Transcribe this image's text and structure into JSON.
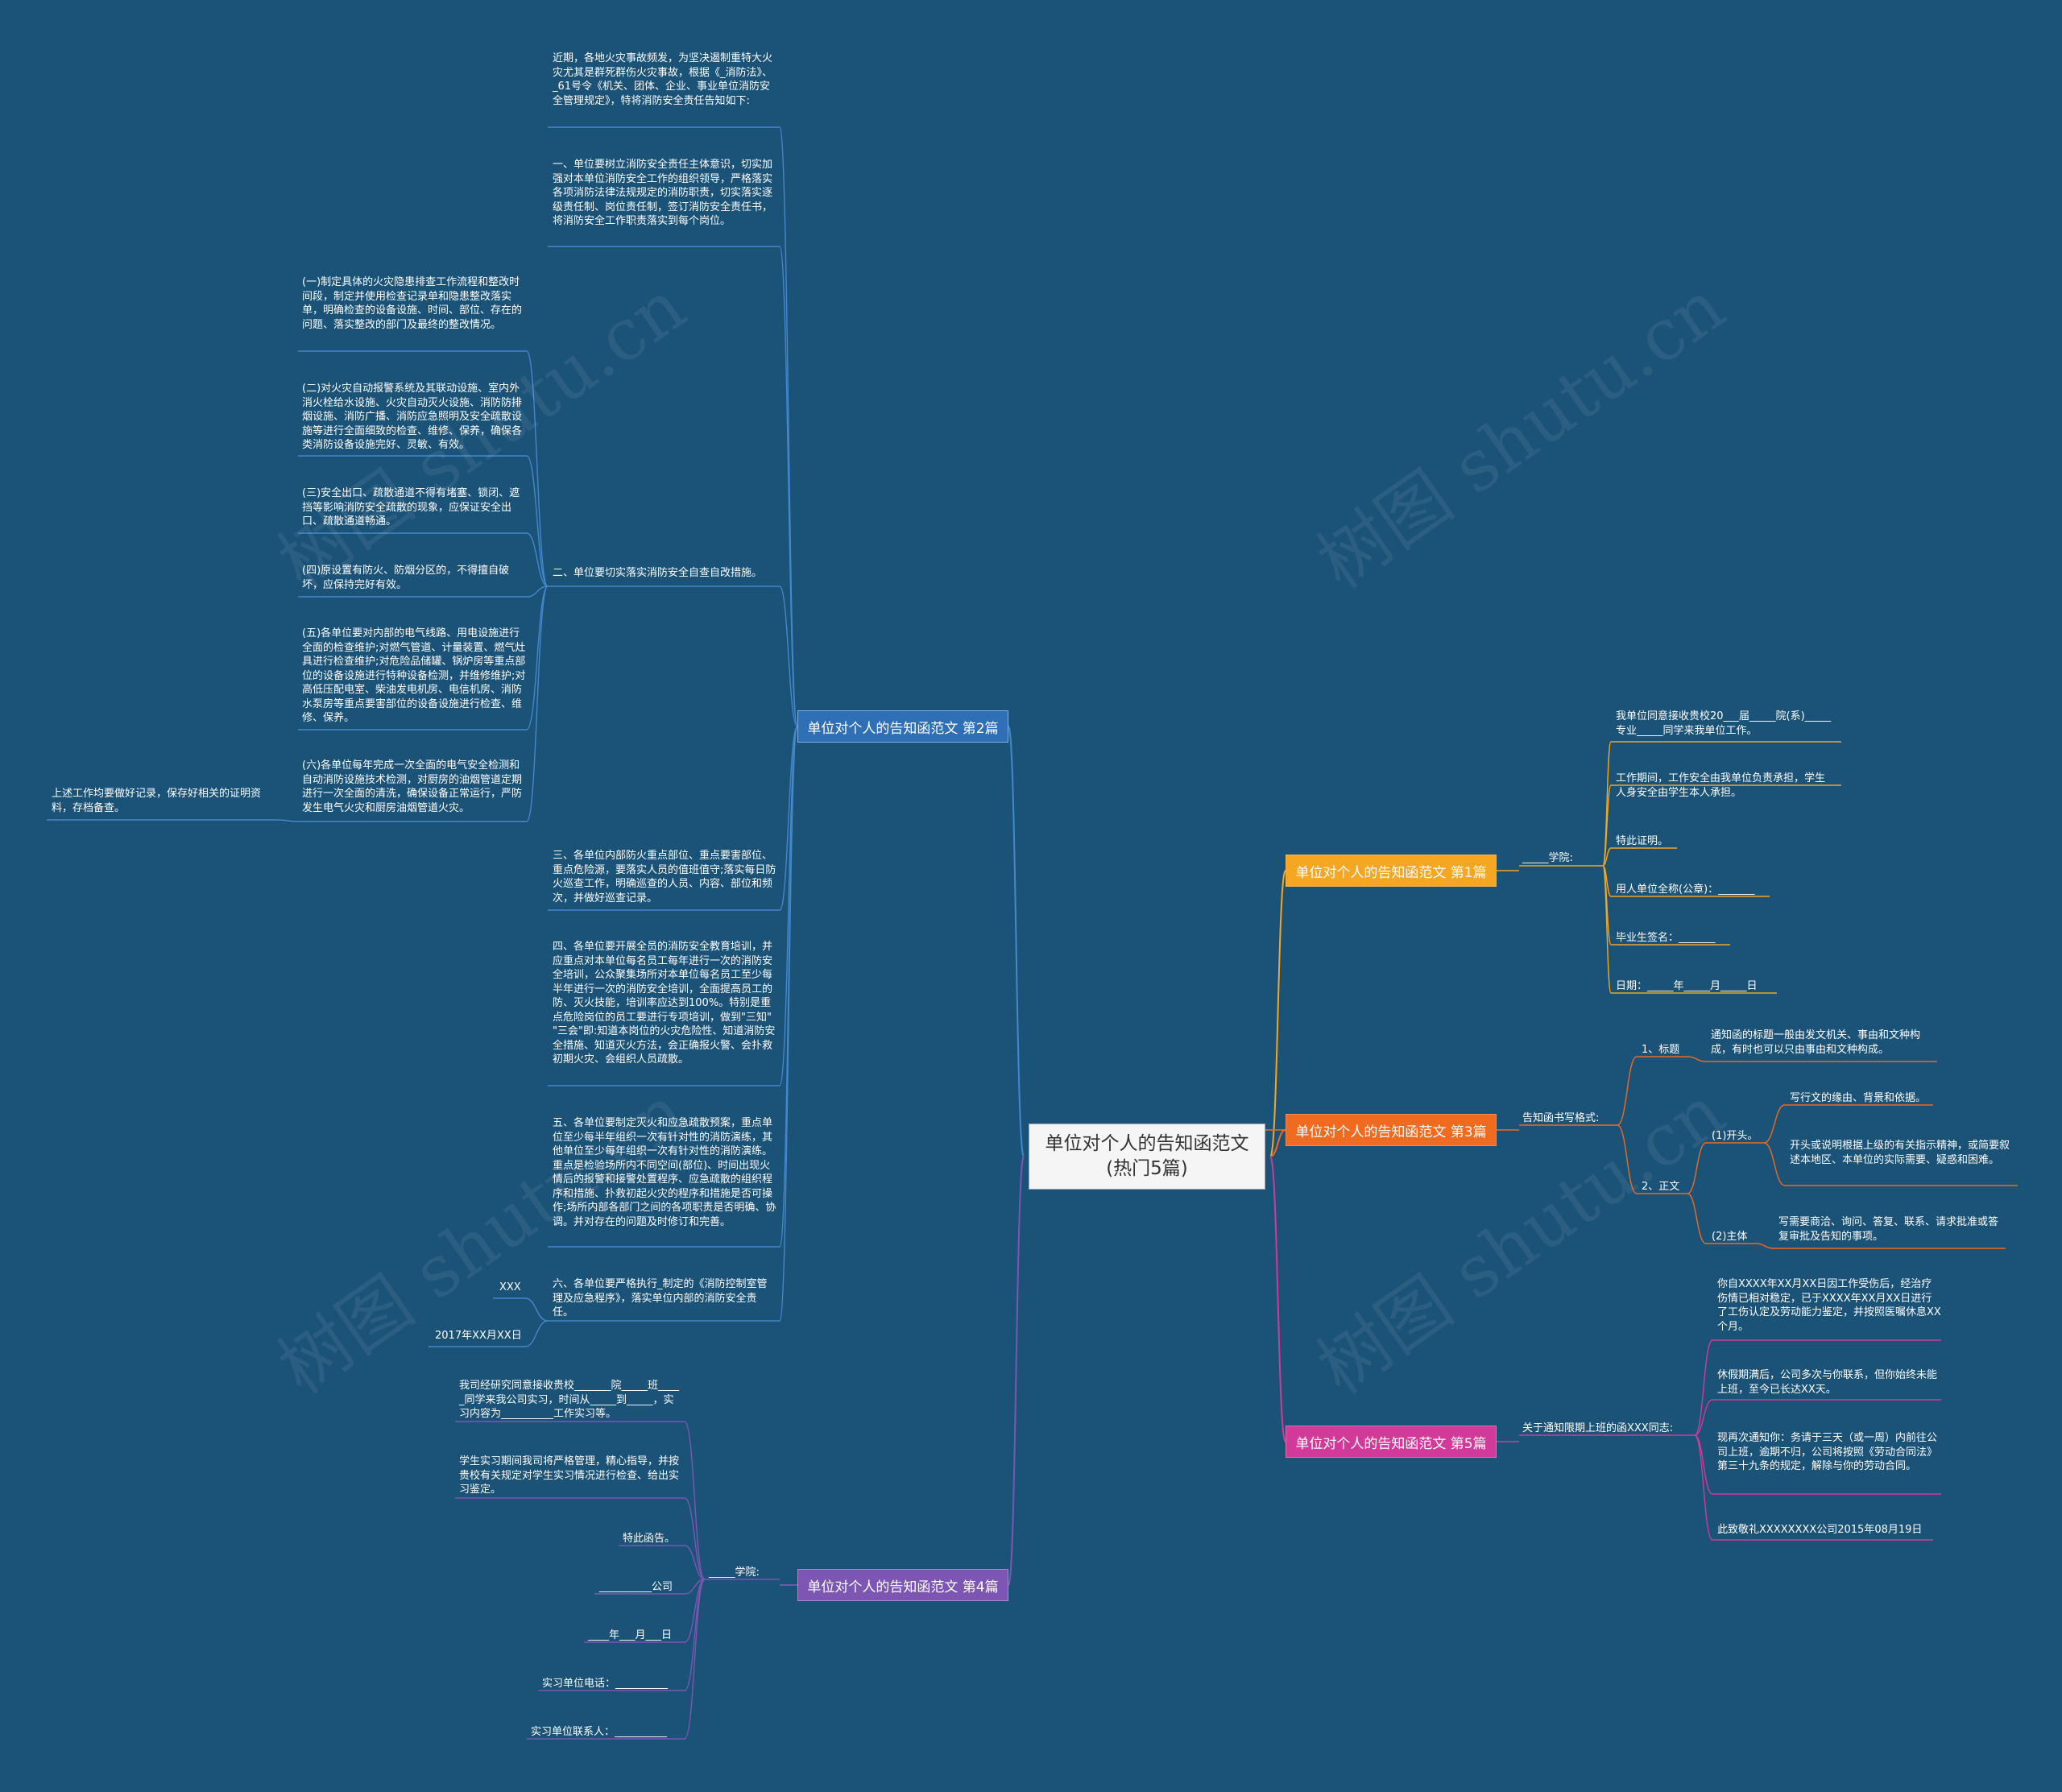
{
  "root": "单位对个人的告知函范文(热门5篇)",
  "watermark": "树图 shutu.cn",
  "colors": {
    "background": "#1b5278",
    "p1": "#f5a623",
    "p2": "#4488cc",
    "p3": "#f06a1f",
    "p4": "#7c56b2",
    "p5": "#d23a99"
  },
  "p1": {
    "title": "单位对个人的告知函范文 第1篇",
    "sub": "_____学院:",
    "items": [
      "我单位同意接收贵校20___届_____院(系)_____专业_____同学来我单位工作。",
      "工作期间，工作安全由我单位负责承担，学生人身安全由学生本人承担。",
      "特此证明。",
      "用人单位全称(公章)：_______",
      "毕业生签名：_______",
      "日期：_____年_____月_____日"
    ]
  },
  "p2": {
    "title": "单位对个人的告知函范文 第2篇",
    "items": [
      "近期，各地火灾事故频发，为坚决遏制重特大火灾尤其是群死群伤火灾事故，根据《_消防法》、_61号令《机关、团体、企业、事业单位消防安全管理规定》，特将消防安全责任告知如下:",
      "一、单位要树立消防安全责任主体意识，切实加强对本单位消防安全工作的组织领导，严格落实各项消防法律法规规定的消防职责，切实落实逐级责任制、岗位责任制，签订消防安全责任书，将消防安全工作职责落实到每个岗位。",
      "二、单位要切实落实消防安全自查自改措施。",
      "三、各单位内部防火重点部位、重点要害部位、重点危险源，要落实人员的值班值守;落实每日防火巡查工作，明确巡查的人员、内容、部位和频次，并做好巡查记录。",
      "四、各单位要开展全员的消防安全教育培训，并应重点对本单位每名员工每年进行一次的消防安全培训，公众聚集场所对本单位每名员工至少每半年进行一次的消防安全培训，全面提高员工的防、灭火技能，培训率应达到100%。特别是重点危险岗位的员工要进行专项培训，做到\"三知\" \"三会\"即:知道本岗位的火灾危险性、知道消防安全措施、知道灭火方法，会正确报火警、会扑救初期火灾、会组织人员疏散。",
      "五、各单位要制定灭火和应急疏散预案，重点单位至少每半年组织一次有针对性的消防演练，其他单位至少每年组织一次有针对性的消防演练。重点是检验场所内不同空间(部位)、时间出现火情后的报警和接警处置程序、应急疏散的组织程序和措施、扑救初起火灾的程序和措施是否可操作;场所内部各部门之间的各项职责是否明确、协调。并对存在的问题及时修订和完善。",
      "六、各单位要严格执行_制定的《消防控制室管理及应急程序》，落实单位内部的消防安全责任。"
    ],
    "subitems": [
      "(一)制定具体的火灾隐患排查工作流程和整改时间段，制定并使用检查记录单和隐患整改落实单，明确检查的设备设施、时间、部位、存在的问题、落实整改的部门及最终的整改情况。",
      "(二)对火灾自动报警系统及其联动设施、室内外消火栓给水设施、火灾自动灭火设施、消防防排烟设施、消防广播、消防应急照明及安全疏散设施等进行全面细致的检查、维修、保养，确保各类消防设备设施完好、灵敏、有效。",
      "(三)安全出口、疏散通道不得有堵塞、锁闭、遮挡等影响消防安全疏散的现象，应保证安全出口、疏散通道畅通。",
      "(四)原设置有防火、防烟分区的，不得擅自破坏，应保持完好有效。",
      "(五)各单位要对内部的电气线路、用电设施进行全面的检查维护;对燃气管道、计量装置、燃气灶具进行检查维护;对危险品储罐、锅炉房等重点部位的设备设施进行特种设备检测，并维修维护;对高低压配电室、柴油发电机房、电信机房、消防水泵房等重点要害部位的设备设施进行检查、维修、保养。",
      "(六)各单位每年完成一次全面的电气安全检测和自动消防设施技术检测，对厨房的油烟管道定期进行一次全面的清洗，确保设备正常运行，严防发生电气火灾和厨房油烟管道火灾。"
    ],
    "note": "上述工作均要做好记录，保存好相关的证明资料，存档备查。",
    "sign_name": "XXX",
    "sign_date": "2017年XX月XX日"
  },
  "p3": {
    "title": "单位对个人的告知函范文 第3篇",
    "sub": "告知函书写格式:",
    "t1": "1、标题",
    "t1_text": "通知函的标题一般由发文机关、事由和文种构成，有时也可以只由事由和文种构成。",
    "t2": "2、正文",
    "open": "(1)开头。",
    "open1": "写行文的缘由、背景和依据。",
    "open2": "开头或说明根据上级的有关指示精神，或简要叙述本地区、本单位的实际需要、疑惑和困难。",
    "body": "(2)主体",
    "body_text": "写需要商洽、询问、答复、联系、请求批准或答复审批及告知的事项。"
  },
  "p4": {
    "title": "单位对个人的告知函范文 第4篇",
    "sub": "_____学院:",
    "items": [
      "我司经研究同意接收贵校_______院_____班_____同学来我公司实习，时间从_____到_____，实习内容为__________工作实习等。",
      "学生实习期间我司将严格管理，精心指导，并按贵校有关规定对学生实习情况进行检查、给出实习鉴定。",
      "特此函告。",
      "__________公司",
      "____年___月___日",
      "实习单位电话：__________",
      "实习单位联系人：__________"
    ]
  },
  "p5": {
    "title": "单位对个人的告知函范文 第5篇",
    "sub": "关于通知限期上班的函XXX同志:",
    "items": [
      "你自XXXX年XX月XX日因工作受伤后，经治疗伤情已相对稳定，已于XXXX年XX月XX日进行了工伤认定及劳动能力鉴定，并按照医嘱休息XX个月。",
      "休假期满后，公司多次与你联系，但你始终未能上班，至今已长达XX天。",
      "现再次通知你：务请于三天（或一周）内前往公司上班，逾期不归，公司将按照《劳动合同法》第三十九条的规定，解除与你的劳动合同。",
      "此致敬礼XXXXXXXX公司2015年08月19日"
    ]
  }
}
